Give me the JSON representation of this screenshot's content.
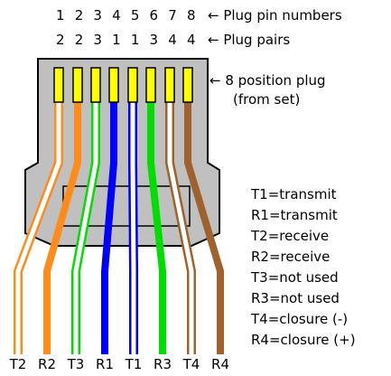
{
  "header": {
    "pin_numbers": "1 2 3 4 5 6 7 8",
    "pin_numbers_label": "← Plug pin numbers",
    "plug_pairs": "2 2 3 1 1 3 4 4",
    "plug_pairs_label": "← Plug pairs"
  },
  "plug": {
    "label_line1": "← 8 position plug",
    "label_line2": "(from set)",
    "body_color": "#c0c0c0",
    "contact_color": "#ffff00"
  },
  "legend": [
    "T1=transmit",
    "R1=transmit",
    "T2=receive",
    "R2=receive",
    "T3=not used",
    "R3=not used",
    "T4=closure (-)",
    "R4=closure (+)"
  ],
  "wires": [
    {
      "label": "T2",
      "color": "#ff8c1a",
      "striped": true
    },
    {
      "label": "R2",
      "color": "#ff8c1a",
      "striped": false
    },
    {
      "label": "T3",
      "color": "#00dd00",
      "striped": true
    },
    {
      "label": "R1",
      "color": "#0000ff",
      "striped": false
    },
    {
      "label": "T1",
      "color": "#0000ff",
      "striped": true
    },
    {
      "label": "R3",
      "color": "#00dd00",
      "striped": false
    },
    {
      "label": "T4",
      "color": "#a0622d",
      "striped": true
    },
    {
      "label": "R4",
      "color": "#a0622d",
      "striped": false
    }
  ]
}
